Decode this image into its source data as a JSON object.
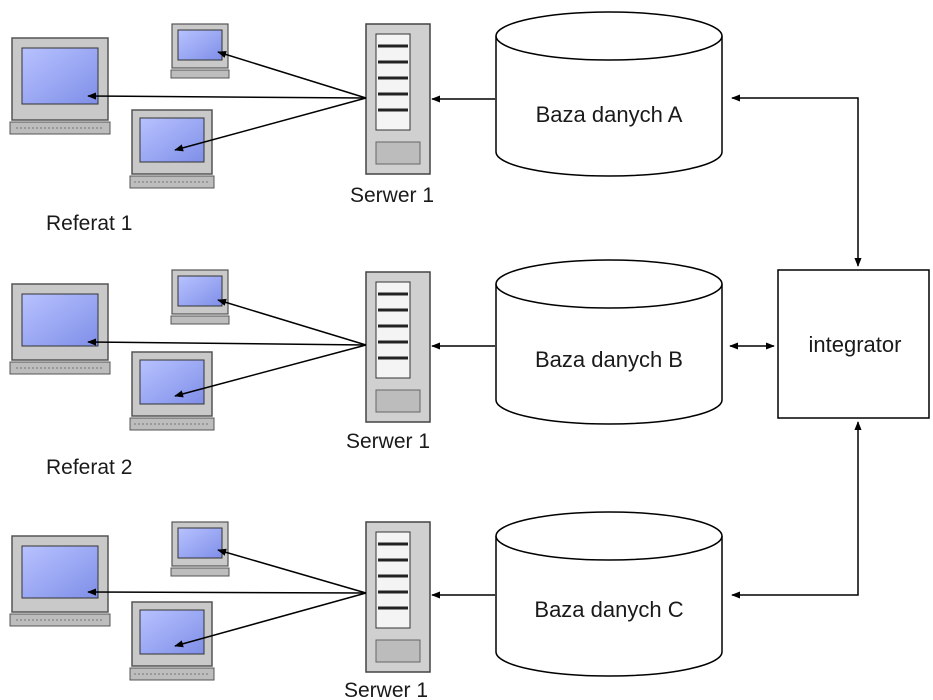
{
  "groups": [
    {
      "server_label": "Serwer 1",
      "database_label": "Baza danych A",
      "workgroup_label": "Referat 1"
    },
    {
      "server_label": "Serwer 1",
      "database_label": "Baza danych B",
      "workgroup_label": "Referat 2"
    },
    {
      "server_label": "Serwer 1",
      "database_label": "Baza danych C",
      "workgroup_label": ""
    }
  ],
  "integrator_label": "integrator"
}
